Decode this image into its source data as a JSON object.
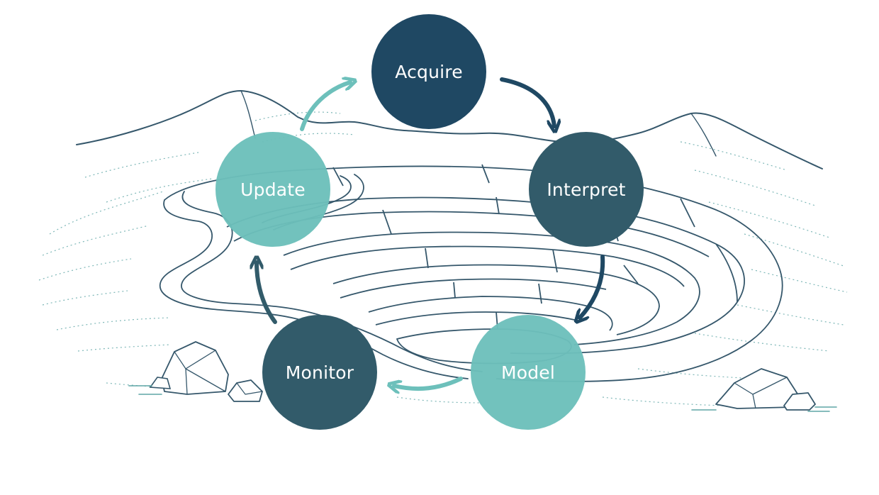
{
  "colors": {
    "dark_navy": "#1f4863",
    "dark_slate": "#325b6a",
    "teal": "#6dc0bb",
    "line": "#35576b",
    "dotted": "#5fa6a6",
    "background": "#ffffff"
  },
  "illustration": {
    "subject": "open-pit mine landscape with mountains, terraced pit, winding road and rocks",
    "icon": "open-pit-mine-illustration"
  },
  "cycle": {
    "nodes": [
      {
        "label": "Acquire",
        "color": "#1f4863"
      },
      {
        "label": "Interpret",
        "color": "#325b6a"
      },
      {
        "label": "Model",
        "color": "#6dc0bb"
      },
      {
        "label": "Monitor",
        "color": "#325b6a"
      },
      {
        "label": "Update",
        "color": "#6dc0bb"
      }
    ],
    "arrows": [
      {
        "from": "Acquire",
        "to": "Interpret",
        "color": "#1f4863"
      },
      {
        "from": "Interpret",
        "to": "Model",
        "color": "#1f4863"
      },
      {
        "from": "Model",
        "to": "Monitor",
        "color": "#6dc0bb"
      },
      {
        "from": "Monitor",
        "to": "Update",
        "color": "#325b6a"
      },
      {
        "from": "Update",
        "to": "Acquire",
        "color": "#6dc0bb"
      }
    ]
  }
}
